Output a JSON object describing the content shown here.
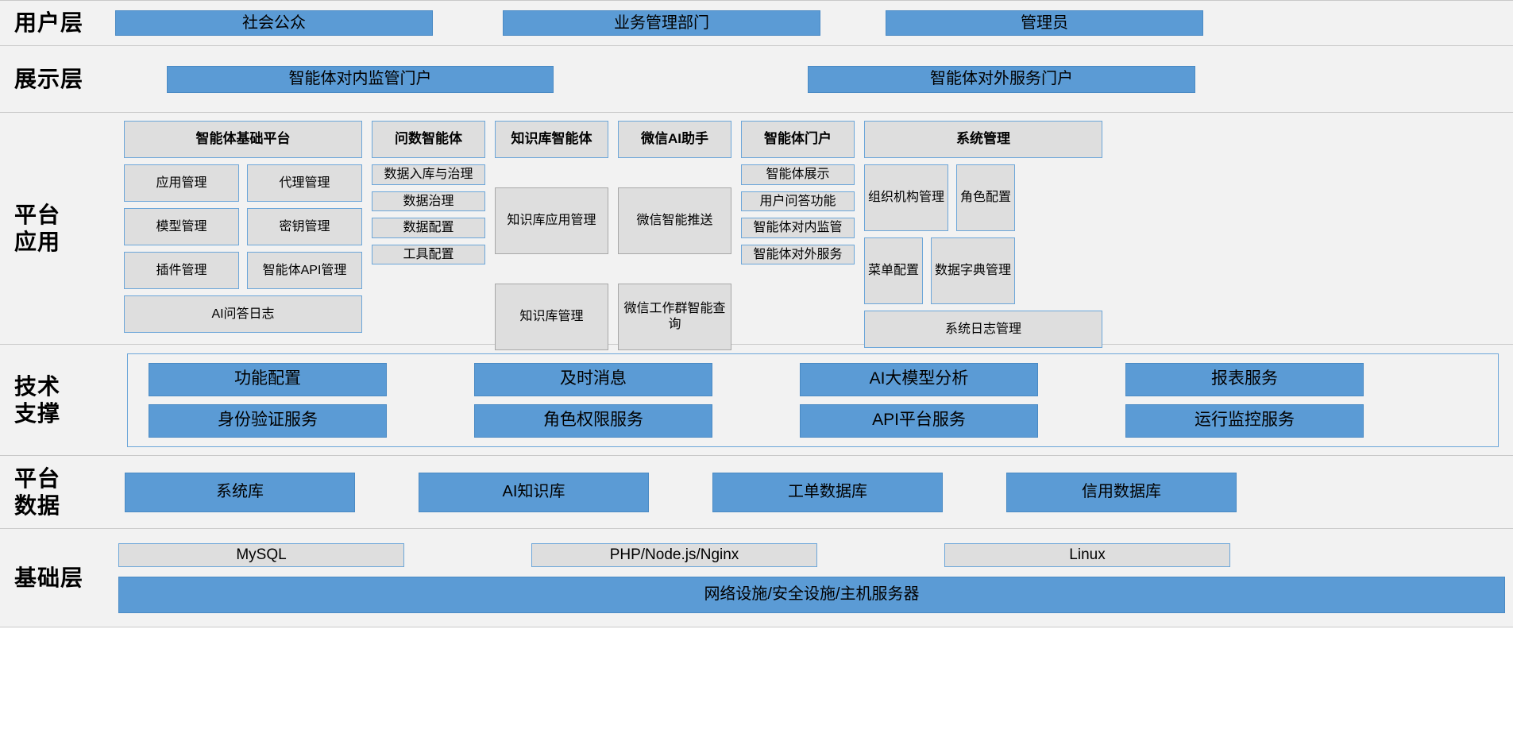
{
  "layers": {
    "user": {
      "label": "用户层",
      "items": [
        {
          "label": "社会公众"
        },
        {
          "label": "业务管理部门"
        },
        {
          "label": "管理员"
        }
      ]
    },
    "presentation": {
      "label": "展示层",
      "items": [
        {
          "label": "智能体对内监管门户"
        },
        {
          "label": "智能体对外服务门户"
        }
      ]
    },
    "platform_application": {
      "label": "平台\n应用",
      "columns": [
        {
          "head": "智能体基础平台",
          "rows": [
            [
              "应用管理",
              "代理管理"
            ],
            [
              "模型管理",
              "密钥管理"
            ],
            [
              "插件管理",
              "智能体API管理"
            ]
          ],
          "full": "AI问答日志"
        },
        {
          "head": "问数智能体",
          "items": [
            "数据入库与治理",
            "数据治理",
            "数据配置",
            "工具配置"
          ]
        },
        {
          "head": "知识库智能体",
          "items": [
            "知识库应用管理",
            "知识库管理"
          ]
        },
        {
          "head": "微信AI助手",
          "items": [
            "微信智能推送",
            "微信工作群智能查询"
          ]
        },
        {
          "head": "智能体门户",
          "items": [
            "智能体展示",
            "用户问答功能",
            "智能体对内监管",
            "智能体对外服务"
          ]
        },
        {
          "head": "系统管理",
          "rows": [
            [
              "组织机构管理",
              "角色配置"
            ],
            [
              "菜单配置",
              "数据字典管理"
            ]
          ],
          "full": "系统日志管理"
        }
      ]
    },
    "technical_support": {
      "label": "技术\n支撑",
      "rows": [
        [
          "功能配置",
          "及时消息",
          "AI大模型分析",
          "报表服务"
        ],
        [
          "身份验证服务",
          "角色权限服务",
          "API平台服务",
          "运行监控服务"
        ]
      ]
    },
    "platform_data": {
      "label": "平台\n数据",
      "items": [
        "系统库",
        "AI知识库",
        "工单数据库",
        "信用数据库"
      ]
    },
    "infrastructure": {
      "label": "基础层",
      "top": [
        "MySQL",
        "PHP/Node.js/Nginx",
        "Linux"
      ],
      "bottom": "网络设施/安全设施/主机服务器"
    }
  },
  "colors": {
    "blue": "#5b9bd5",
    "blue_border": "#6ca6d9",
    "grey_box": "#dedede",
    "band": "#f2f2f2",
    "band_border": "#c9c9c9"
  }
}
